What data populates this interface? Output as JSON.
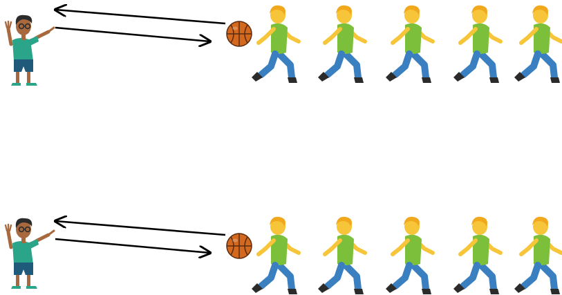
{
  "colors": {
    "background": "#ffffff",
    "arrow": "#000000",
    "ball": "#d2691e",
    "ball_seams": "#5a2a0e",
    "coach_shirt": "#2aa58a",
    "coach_shorts": "#1f5a7a",
    "coach_skin": "#a8693e",
    "coach_hair": "#2b2b2b",
    "runner_shirt": "#7cbf3a",
    "runner_pants": "#3a7fbf",
    "runner_skin": "#f7c53a",
    "runner_hair": "#f2a81d",
    "shoe": "#2b2b2b"
  },
  "icons": {
    "coach": "coach-icon",
    "ball": "basketball-icon",
    "runner": "running-person-icon",
    "arrow": "arrow-icon"
  },
  "rows": [
    {
      "name": "drill-row-1",
      "runners": 5
    },
    {
      "name": "drill-row-2",
      "runners": 5
    }
  ]
}
